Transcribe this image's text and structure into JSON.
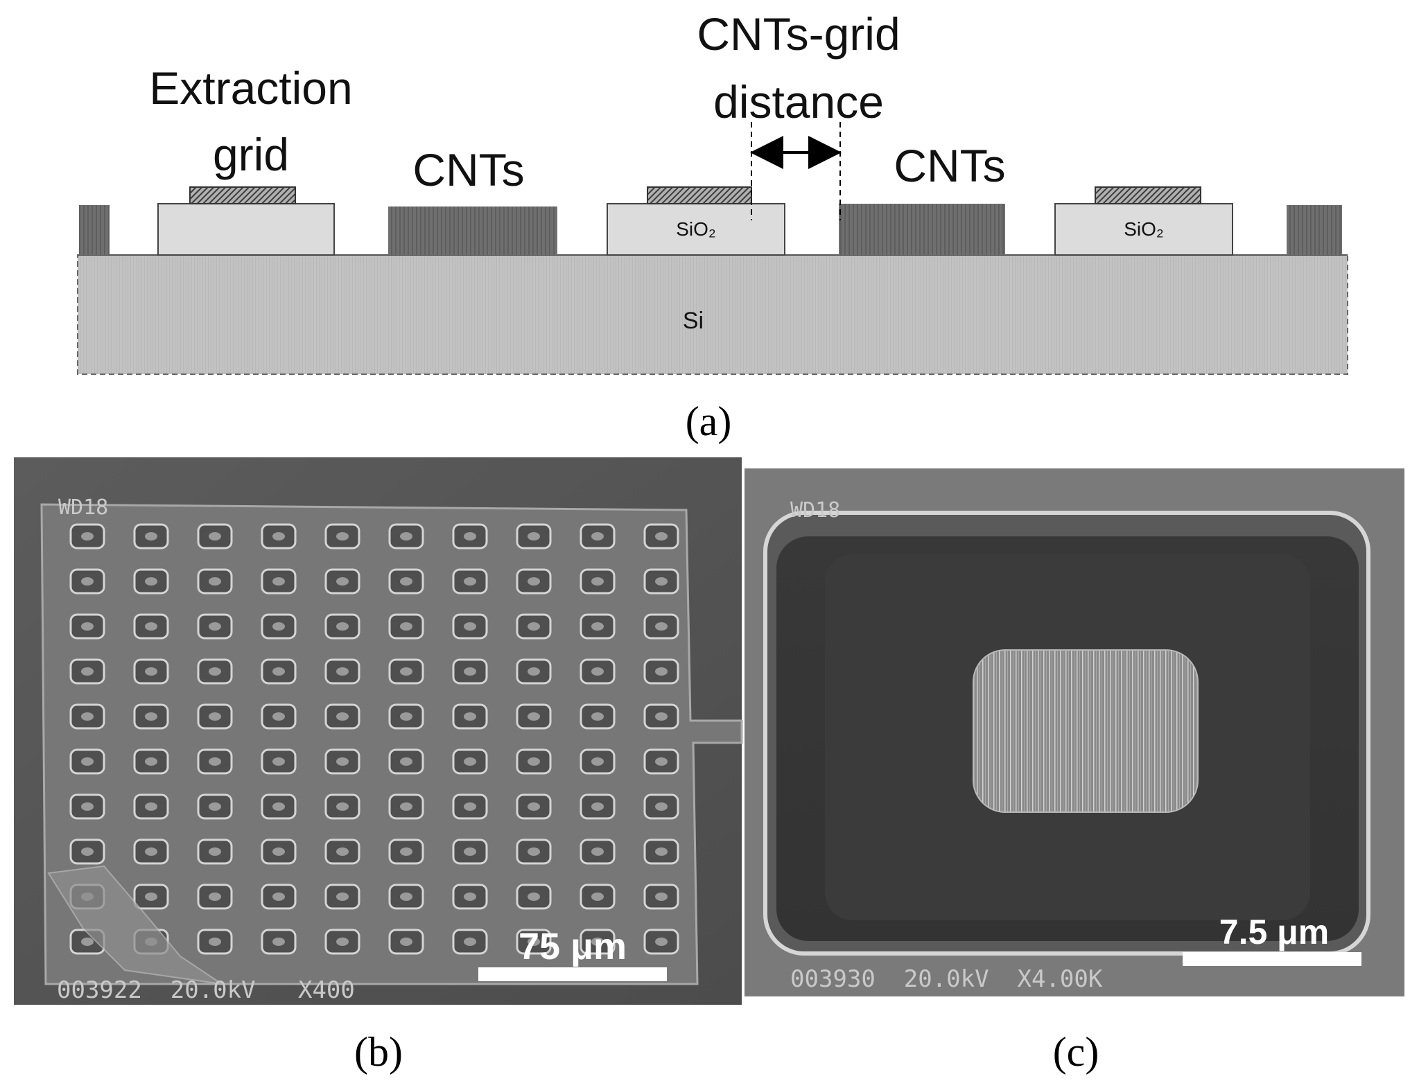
{
  "panel_a": {
    "label_extraction_grid": [
      "Extraction",
      "grid"
    ],
    "label_cnts_grid_distance": [
      "CNTs-grid",
      "distance"
    ],
    "label_cnts_left": "CNTs",
    "label_cnts_right": "CNTs",
    "label_sio2": "SiO₂",
    "label_si": "Si",
    "caption": "(a)"
  },
  "panel_b": {
    "wd_label": "WD18",
    "footer": "003922  20.0kV   X400",
    "scalebar_label": "75 μm",
    "caption": "(b)"
  },
  "panel_c": {
    "wd_label": "WD18",
    "footer": "003930  20.0kV  X4.00K",
    "scalebar_label": "7.5 μm",
    "caption": "(c)"
  },
  "colors": {
    "cnt_dark": "#6f6f6f",
    "sio2": "#dcdcdc",
    "si": "#c2c2c2",
    "grid_metal": "#8a8a8a",
    "sem_background": "#575757",
    "sem_chip": "#797979",
    "scalebar": "#ffffff"
  }
}
